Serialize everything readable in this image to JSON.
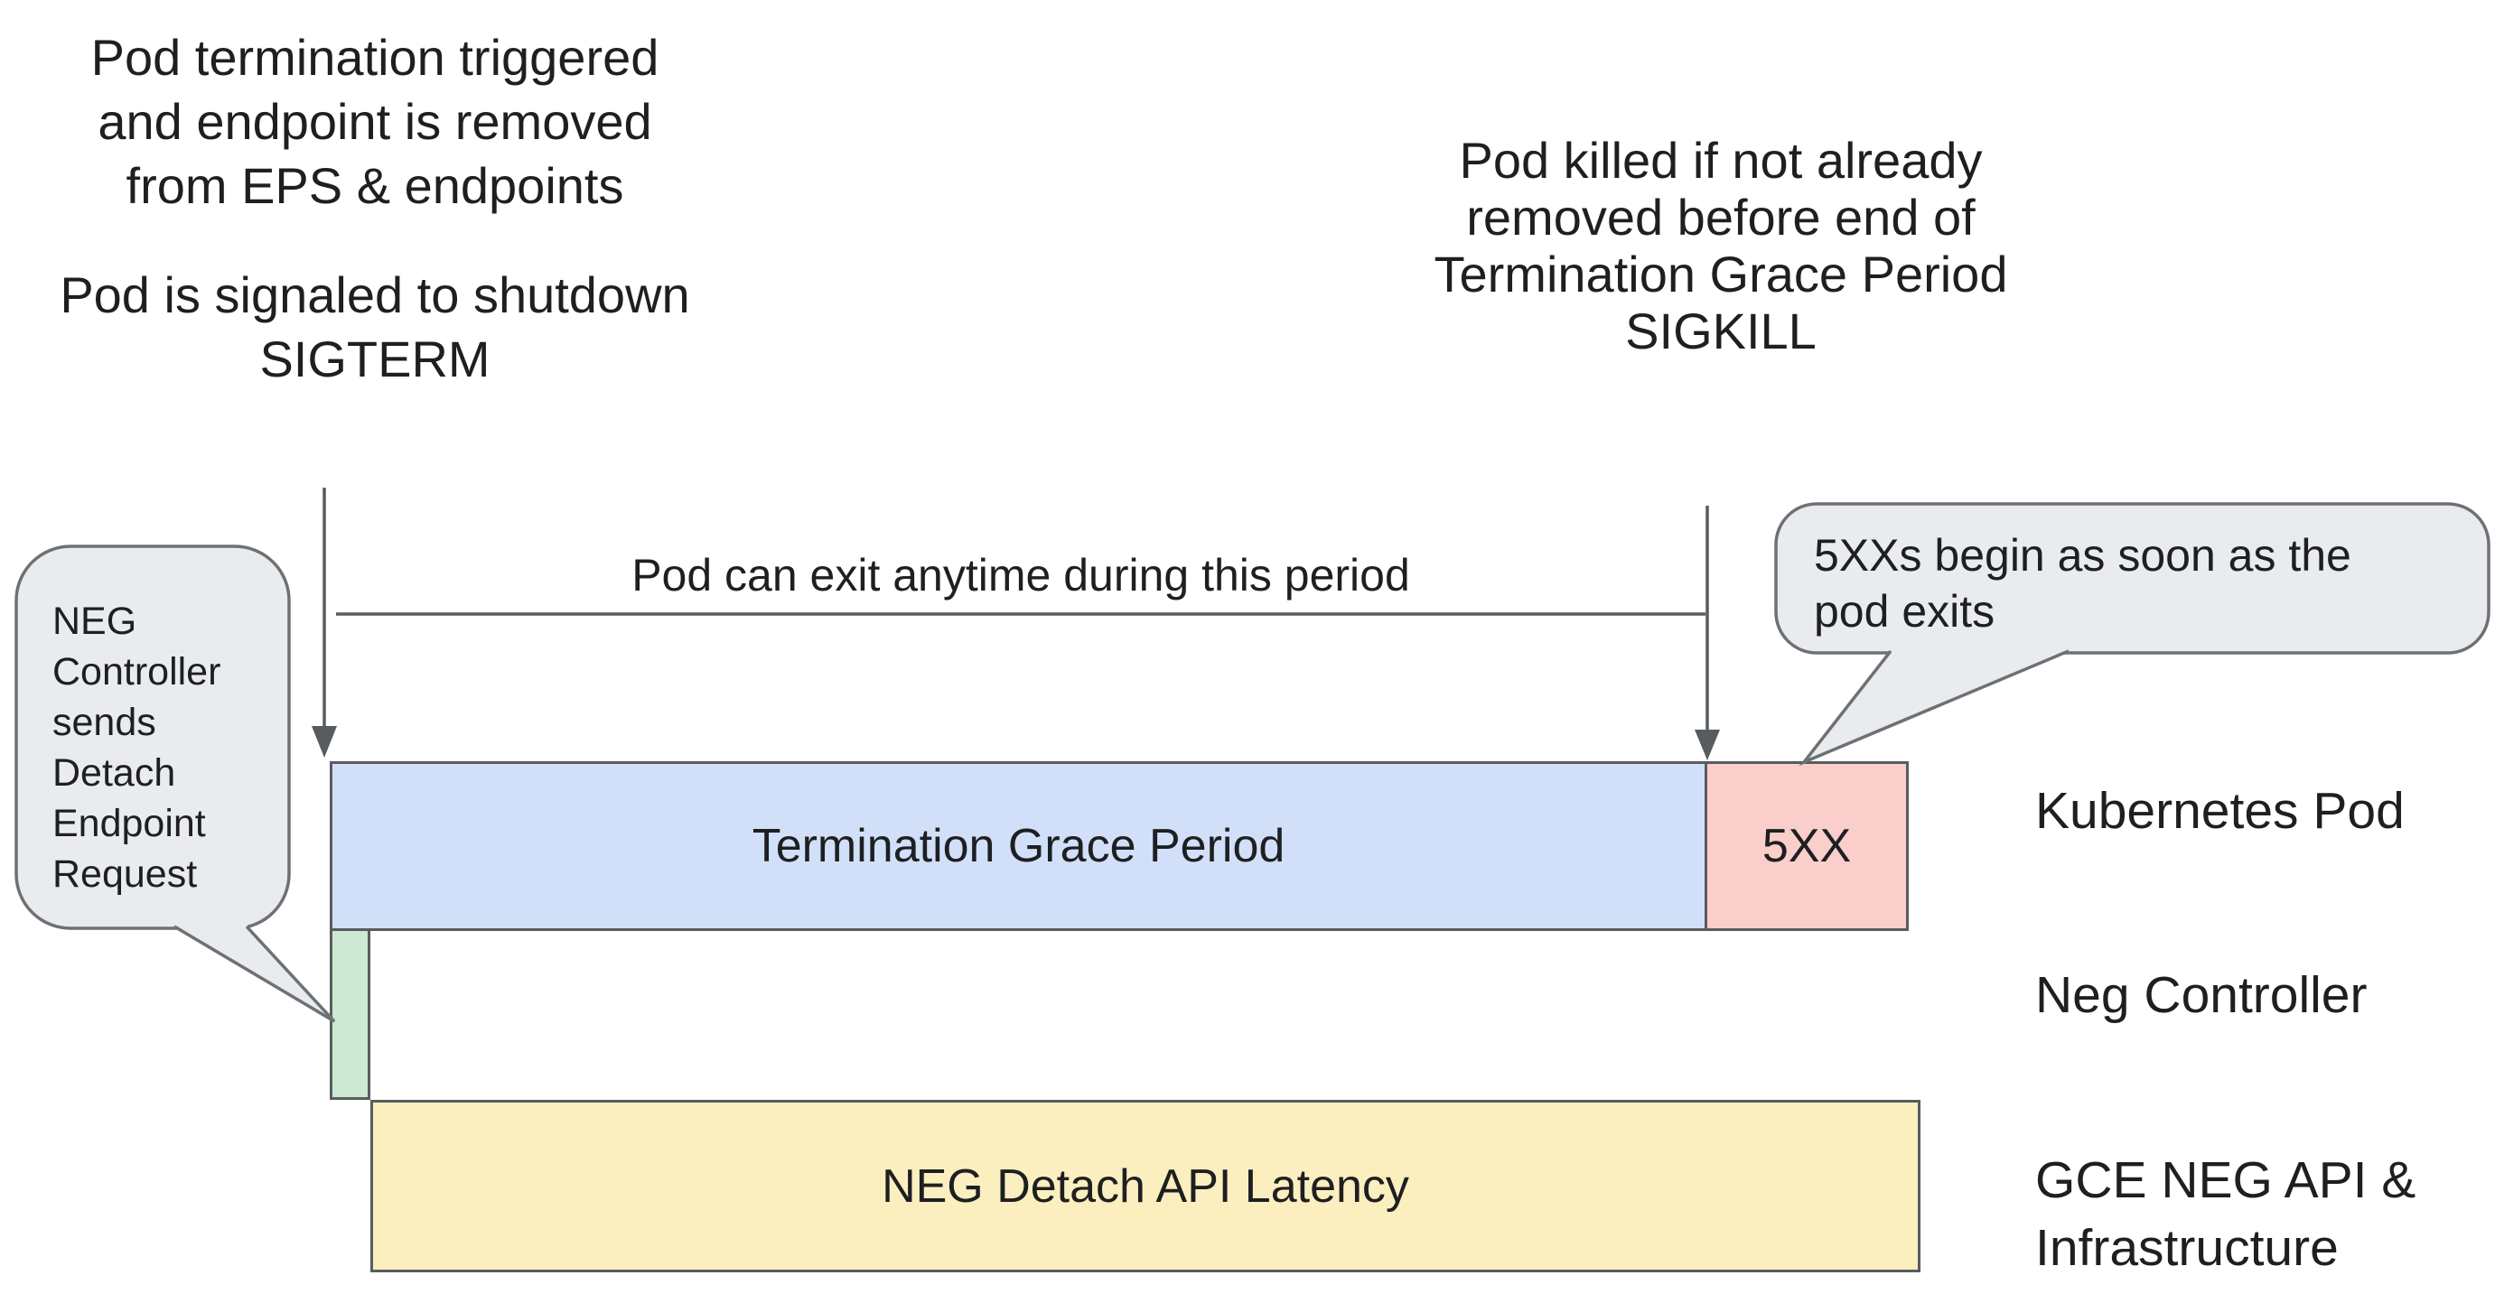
{
  "colors": {
    "background": "#ffffff",
    "line_and_border": "#595c5e",
    "bubble_fill": "#e9ebee",
    "bubble_border": "#6e7173",
    "termination_grace_bar": "#d1e0f8",
    "five_xx_bar": "#f9cecb",
    "neg_detach_bar": "#cde8d3",
    "latency_bar": "#fcefbf",
    "text": "#1e1f21"
  },
  "annotations": {
    "termination_trigger": {
      "lines": [
        "Pod termination triggered",
        "and endpoint is removed",
        "from EPS & endpoints"
      ]
    },
    "sigterm": {
      "lines": [
        "Pod is signaled to shutdown",
        "SIGTERM"
      ]
    },
    "sigkill": {
      "lines": [
        "Pod killed if not already",
        "removed before end of",
        "Termination Grace Period",
        "SIGKILL"
      ]
    },
    "exit_period_label": "Pod can exit anytime during this period"
  },
  "callouts": {
    "neg_controller": {
      "lines": [
        "NEG",
        "Controller",
        "sends",
        "Detach",
        "Endpoint",
        "Request"
      ]
    },
    "five_xx": {
      "lines": [
        "5XXs begin as soon as the",
        "pod exits"
      ]
    }
  },
  "timeline": {
    "bars": [
      {
        "id": "termination-grace-period",
        "label": "Termination Grace Period",
        "color": "#d1e0f8"
      },
      {
        "id": "five-xx",
        "label": "5XX",
        "color": "#f9cecb"
      },
      {
        "id": "neg-detach-request",
        "label": "",
        "color": "#cde8d3"
      },
      {
        "id": "neg-detach-api-latency",
        "label": "NEG Detach API Latency",
        "color": "#fcefbf"
      }
    ]
  },
  "lanes": [
    {
      "label_lines": [
        "Kubernetes Pod"
      ]
    },
    {
      "label_lines": [
        "Neg Controller"
      ]
    },
    {
      "label_lines": [
        "GCE NEG API &",
        "Infrastructure"
      ]
    }
  ]
}
